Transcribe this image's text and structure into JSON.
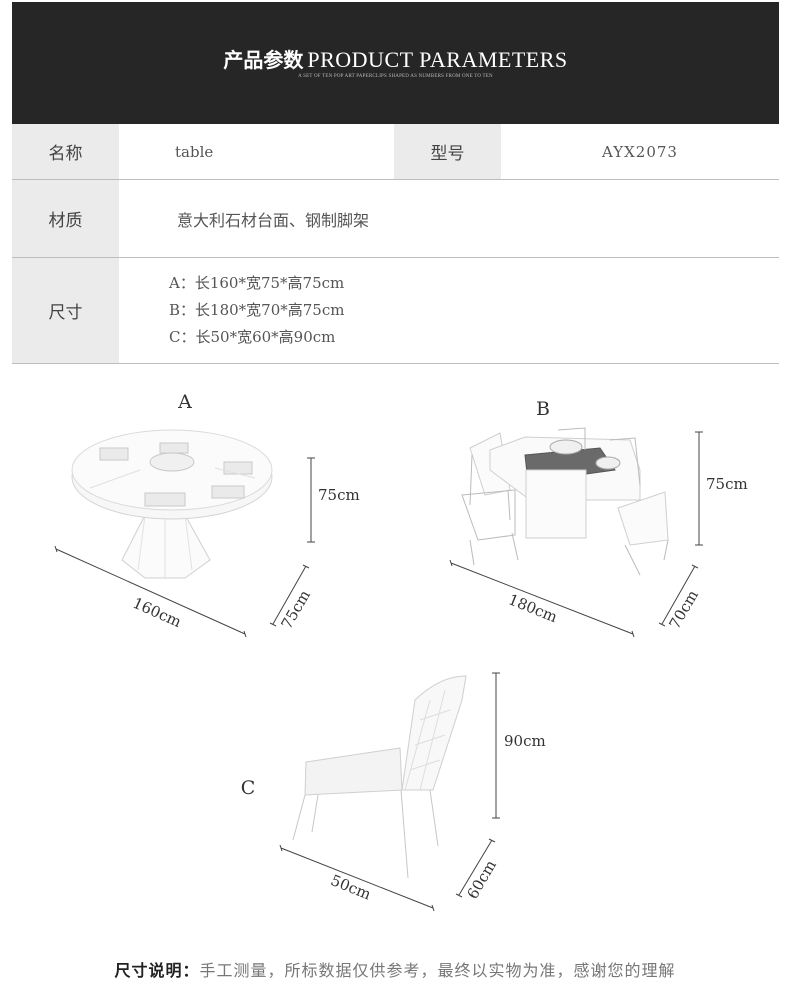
{
  "header": {
    "title_cn": "产品参数",
    "title_en": "PRODUCT PARAMETERS",
    "subtitle": "A SET OF TEN POP ART PAPERCLIPS SHAPED AS NUMBERS FROM ONE TO TEN"
  },
  "specs": {
    "name_label": "名称",
    "name_value": "table",
    "model_label": "型号",
    "model_value": "AYX2073",
    "material_label": "材质",
    "material_value": "意大利石材台面、钢制脚架",
    "size_label": "尺寸",
    "sizes": [
      "A：长160*宽75*高75cm",
      "B：长180*宽70*高75cm",
      "C：长50*宽60*高90cm"
    ]
  },
  "drawings": {
    "a": {
      "letter": "A",
      "length": "160cm",
      "width": "75cm",
      "height": "75cm"
    },
    "b": {
      "letter": "B",
      "length": "180cm",
      "width": "70cm",
      "height": "75cm"
    },
    "c": {
      "letter": "C",
      "length": "50cm",
      "width": "60cm",
      "height": "90cm"
    }
  },
  "footer": {
    "label": "尺寸说明：",
    "text": "手工测量，所标数据仅供参考，最终以实物为准，感谢您的理解"
  },
  "colors": {
    "banner": "#262626",
    "label_bg": "#ebebeb",
    "divider": "#bdbdbd"
  }
}
